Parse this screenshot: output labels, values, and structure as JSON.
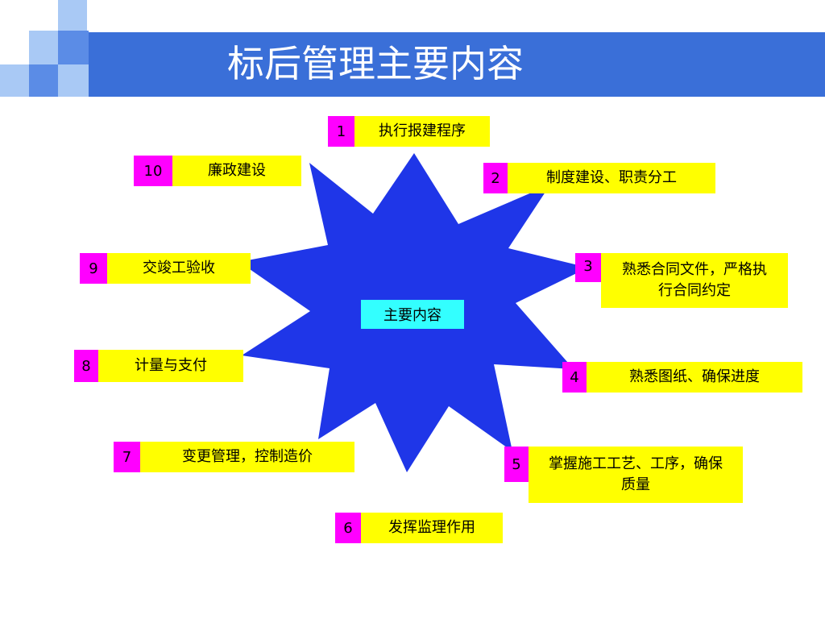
{
  "title": "标后管理主要内容",
  "colors": {
    "header_band": "#3a6fd8",
    "star_fill": "#1f36e8",
    "center_fill": "#33ffff",
    "number_fill": "#ff00ff",
    "label_fill": "#ffff00"
  },
  "center": {
    "label": "主要内容"
  },
  "items": [
    {
      "number": "1",
      "text": "执行报建程序"
    },
    {
      "number": "2",
      "text": "制度建设、职责分工"
    },
    {
      "number": "3",
      "text": "熟悉合同文件，严格执行合同约定"
    },
    {
      "number": "4",
      "text": "熟悉图纸、确保进度"
    },
    {
      "number": "5",
      "text": "掌握施工工艺、工序，确保质量"
    },
    {
      "number": "6",
      "text": "发挥监理作用"
    },
    {
      "number": "7",
      "text": "变更管理，控制造价"
    },
    {
      "number": "8",
      "text": "计量与支付"
    },
    {
      "number": "9",
      "text": "交竣工验收"
    },
    {
      "number": "10",
      "text": "廉政建设"
    }
  ]
}
